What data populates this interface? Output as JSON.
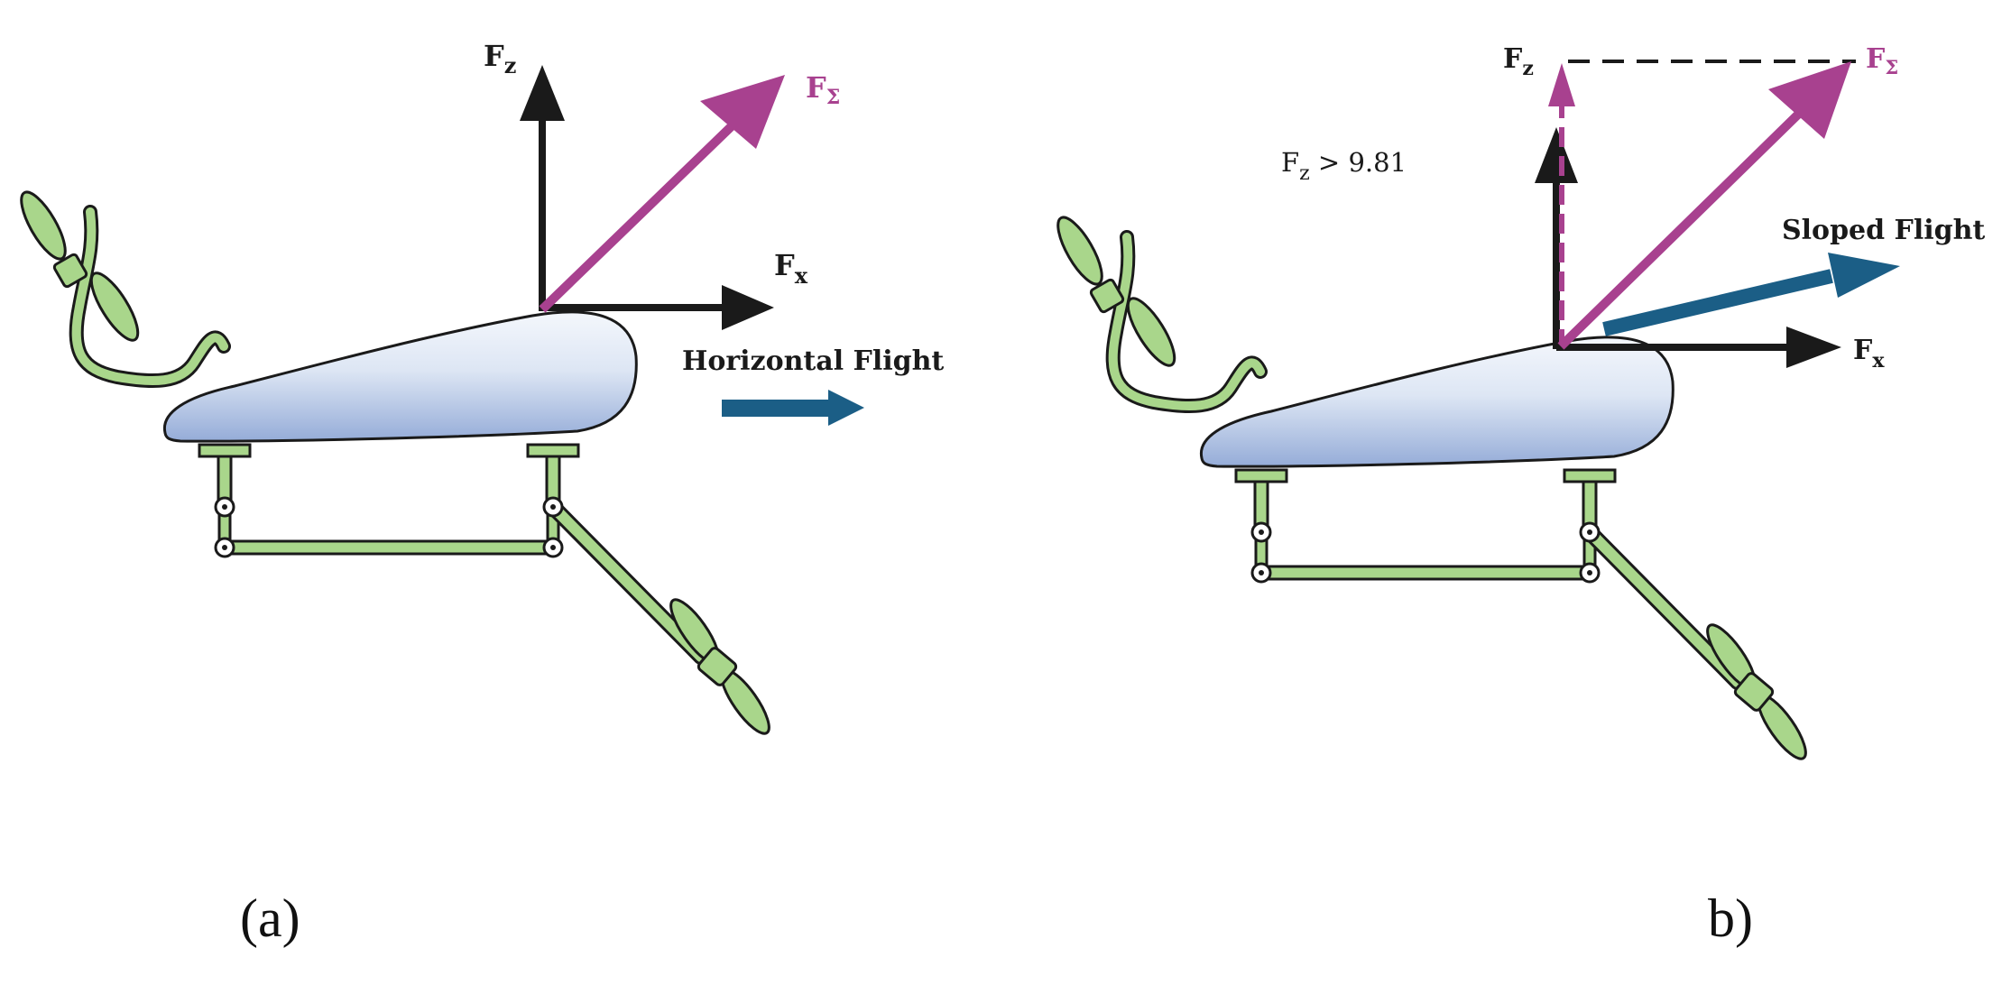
{
  "panel_a": {
    "caption": "(a)",
    "flight_label": "Horizontal Flight",
    "force_z": {
      "main": "F",
      "sub": "z"
    },
    "force_x": {
      "main": "F",
      "sub": "x"
    },
    "force_sum": {
      "main": "F",
      "sub": "Σ"
    }
  },
  "panel_b": {
    "caption": "b)",
    "flight_label": "Sloped Flight",
    "force_z": {
      "main": "F",
      "sub": "z"
    },
    "force_x": {
      "main": "F",
      "sub": "x"
    },
    "force_sum": {
      "main": "F",
      "sub": "Σ"
    },
    "condition": {
      "main": "F",
      "sub": "z",
      "rest": " > 9.81"
    }
  },
  "colors": {
    "force_sum": "#a8418f",
    "flight_arrow": "#1b5e86",
    "axis": "#1a1a1a",
    "mechanism": "#a9d68b",
    "wing_top": "#f3f6fb",
    "wing_bottom": "#9db3dc"
  }
}
